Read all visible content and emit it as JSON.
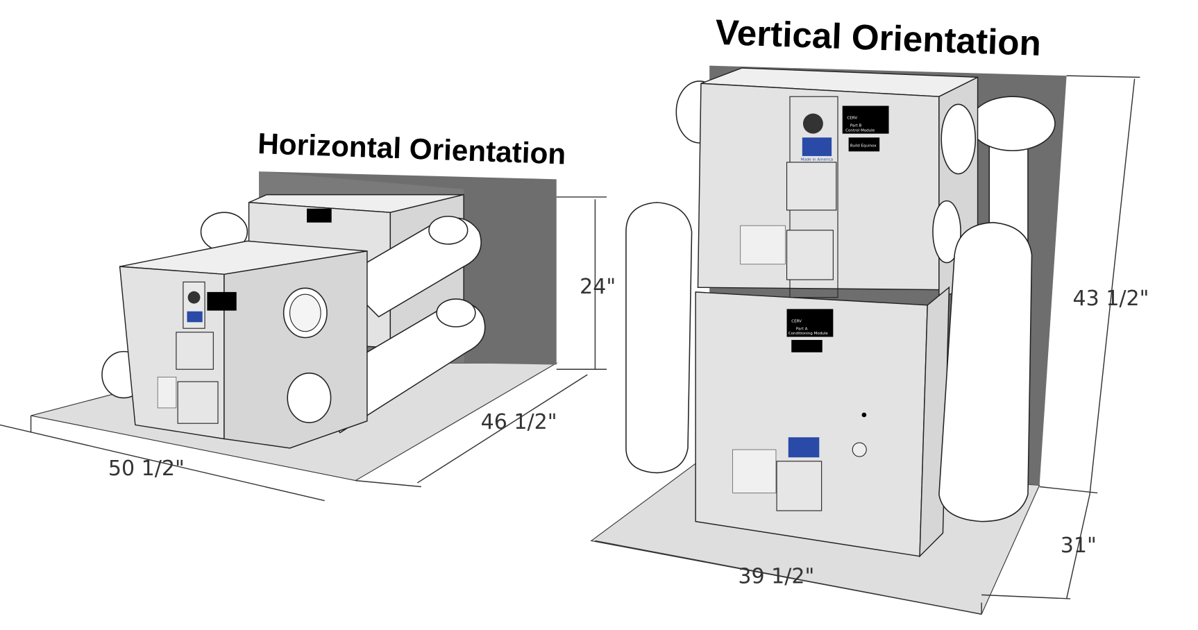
{
  "titles": {
    "horizontal": "Horizontal Orientation",
    "vertical": "Vertical Orientation"
  },
  "dimensions": {
    "horizontal_height": "24\"",
    "horizontal_depth": "46 1/2\"",
    "horizontal_width": "50 1/2\"",
    "vertical_height": "43 1/2\"",
    "vertical_depth": "31\"",
    "vertical_width": "39 1/2\""
  },
  "labels": {
    "brand": "CERV",
    "part_b": "Part B",
    "part_b_name": "Control Module",
    "part_a": "Part A",
    "part_a_name": "Conditioning Module",
    "made_in": "Made in America",
    "maker": "Build Equinox"
  },
  "colors": {
    "wall": "#6e6e6e",
    "floor": "#dedede",
    "unit": "#e3e3e3",
    "unit_side": "#d6d6d6",
    "label_bg": "#000000",
    "brand_red": "#d0202a",
    "brand_blue": "#2a4aa8"
  }
}
